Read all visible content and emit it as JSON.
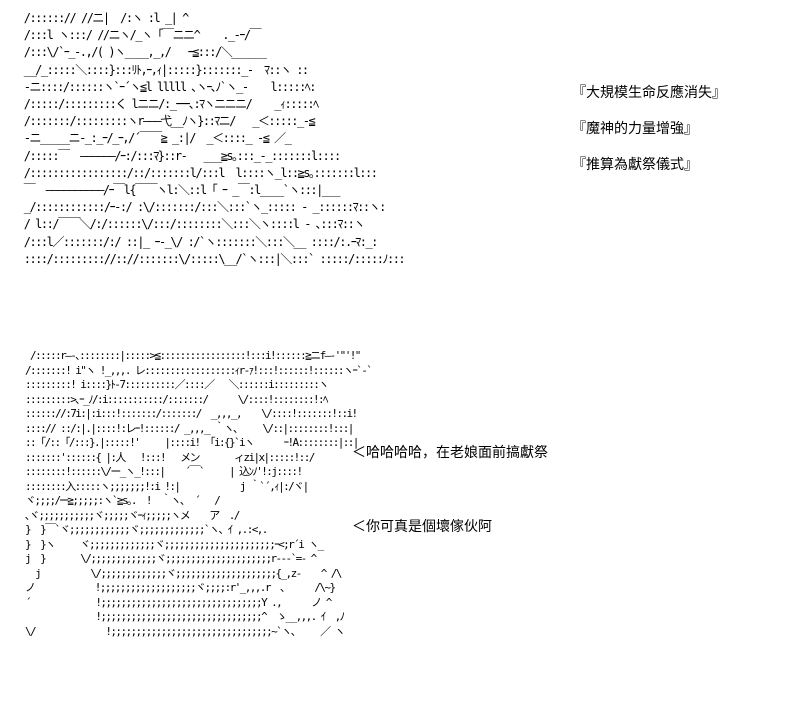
{
  "top_panel": {
    "art": " /::::::// //ニ|  /:ヽ :l _| ^\n /:::l ヽ:::/ //ニヽ/_ヽ「￣ニニ^    ._-ｰ/￣\n /:::\\/`ｰ_-.,/( )ヽ____,_,/   ｰ≦:::/＼______\n __/_:::::＼::::}:::ﾘﾄ,ｰ,ｨ|:::::}:::::::_-  ﾏ::ヽ ::\n -ニ::::/::::::ヽ`ｰ´ヽ≦l lllll ､ヽｰ､ﾉ`ヽ_-    l:::::ﾍ:\n /:::::/:::::::::く lニニ/:_ｰｰｰ､:ﾏヽニニニ/    _ｨ:::::ﾍ\n /:::::::/:::::::::ヽr―――弋__ﾉヽ}::ﾏニ/   _＜:::::_-≦\n -ニ_____ニ-_:_ｰ/_ｰ,/´￣￣≧ _:|/  _＜::::_ -≦ ／_\n /:::::￣  ――――――/ｰ:/:::ﾏ}::r-   ___≧s｡:::_-_:::::::l::::\n /:::::::::::::::::/::/:::::::l/:::l  l::::ヽ_l::≧s｡:::::::l:::\n ￣  ――――――――――/ｰ￣l{￣￣ヽl:＼::l「 ｰ _￣:l____`ヽ:::|___\n _/::::::::::::/ｰ-:/ :\\/:::::::/:::＼:::`ヽ_::::: - _::::::ﾏ::ヽ:\n / l::/￣￣＼/:/::::::\\/:::/::::::::＼:::＼ヽ::::l - ､:::ﾏ::ヽ\n /:::l／:::::::/:/ ::|_ ｰ-_\\/ :/`ヽ:::::::＼:::＼__ ::::/:.ｰﾏ:_:\n ::::/::::::::://:://:::::::\\/:::::\\__/`ヽ:::|＼:::` :::::/:::::ﾉ:::",
    "lines": [
      "『大規模生命反應消失』",
      "『魔神的力量增強』",
      "『推算為獻祭儀式』"
    ]
  },
  "bottom_panel": {
    "art": "  /:::::r―-､::::::::|:::::>≦:::::::::::::::::!:::i!::::::≧ニf―-'\"'!\"\n /:::::::! i\"ヽ !_,,,. レ::::::::::::::::::ｨr-ｧ!:::!::::::!::::::ヽｰ`-`\n :::::::::! i::::}ﾄ-7::::::::::／::::／   ＼::::::i:::::::::ヽ\n :::::::::>､ｰ_ﾉ/:i:::::::::::/:::::::/      \\/::::!::::::::!:ﾍ\n :::::://:7i:|:i:::!:::::::/:::::::/  _,,,_,    \\/::::!:::::::!::i!\n ::::// ::/:|.|::::!:レｰ!::::::/ _,,,_ ｀ヽ、    \\/::|::::::::!:::|\n ::「/::「/:::}.|:::::!'     |::::i! 「i:{}`iヽ      ｰ!A::::::::|::|\n :::::::'::::::{ |:人   !:::!   メン       ィzi|x|:::::!::/\n ::::::::!::::::\\/ー_ヽ_!:::|    ´￣`     | 込ﾝﾉ'!:j::::!\n ::::::::入:::::ヽ;;;;;;;!:i !:|            j ｀`´,ｨ|:/ヾ|\n ヾ;;;;/ｰｰ≧;;;;;:ヽ`≧s｡.  !  ｀ヽ、 ´   /\n ､ヾ;;;;;;;;;;;ヾ;;;;;ヾｰｨ;;;;;ヽメ    ア  ./\n }  }￣`ヾ;;;;;;;;;;;;ヾ;;;;;;;;;;;;;`ヽ、ｲ ,.:<,.\n }  }ヽ     ヾ;;;;;;;;;;;;;ヾ;;;;;;;;;;;;;;;;;;;;;;ｰ<;r´i ヽ_\n j  }       \\/;;;;;;;;;;;;;ヾ;;;;;;;;;;;;;;;;;;;;;r---`=- ^\n   j          \\/;;;;;;;;;;;;;ヾ;;;;;;;;;;;;;;;;;;;;{_,z-    ^ /\\\n ノ            !;;;;;;;;;;;;;;;;;;;ヾ;;;;:r'_,,,.r  、     /\\~}\n ´             !;;;;;;;;;;;;;;;;;;;;;;;;;;;;;;;;Y .,      ノ ^\n               !;;;;;;;;;;;;;;;;;;;;;;;;;;;;;;;;^  ゝ__,,,. ｲ  ,ﾉ\n \\/              !;;;;;;;;;;;;;;;;;;;;;;;;;;;;;;;;~`ヽ、    ／ ヽ",
    "lines": [
      "＜哈哈哈哈，在老娘面前搞獻祭",
      "＜你可真是個壞傢伙阿"
    ]
  }
}
